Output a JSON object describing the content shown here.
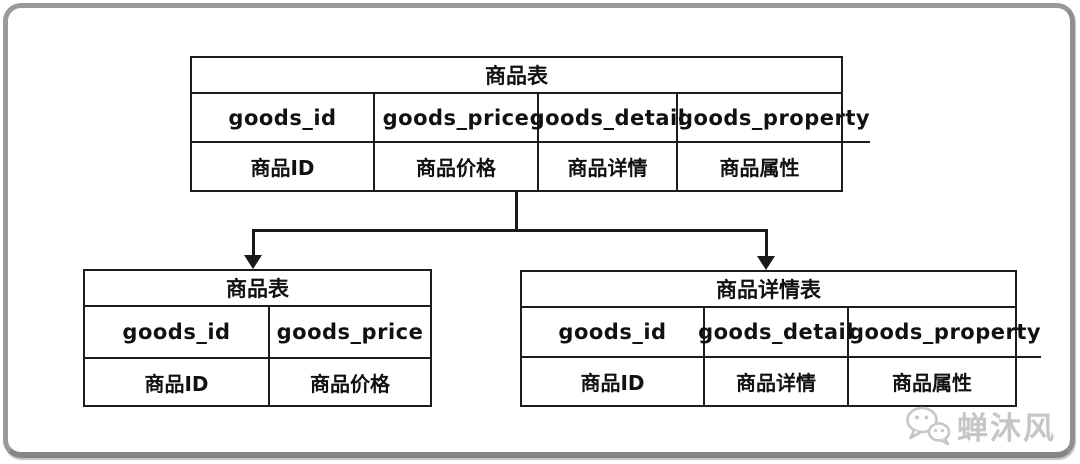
{
  "diagram": {
    "top_table": {
      "title": "商品表",
      "fields": [
        {
          "en": "goods_id",
          "cn": "商品ID"
        },
        {
          "en": "goods_price",
          "cn": "商品价格"
        },
        {
          "en": "goods_detail",
          "cn": "商品详情"
        },
        {
          "en": "goods_property",
          "cn": "商品属性"
        }
      ]
    },
    "bottom_left_table": {
      "title": "商品表",
      "fields": [
        {
          "en": "goods_id",
          "cn": "商品ID"
        },
        {
          "en": "goods_price",
          "cn": "商品价格"
        }
      ]
    },
    "bottom_right_table": {
      "title": "商品详情表",
      "fields": [
        {
          "en": "goods_id",
          "cn": "商品ID"
        },
        {
          "en": "goods_detail",
          "cn": "商品详情"
        },
        {
          "en": "goods_property",
          "cn": "商品属性"
        }
      ]
    },
    "connector": {
      "from": "top_table",
      "to": [
        "bottom_left_table",
        "bottom_right_table"
      ],
      "style": "down-fork-arrows"
    },
    "colors": {
      "line": "#1a1a1a",
      "table_border": "#1c1c1c",
      "frame": "#9a9a9a",
      "background": "#ffffff",
      "watermark": "#c6c6c6"
    }
  },
  "watermark": {
    "text": "蝉沐风",
    "icon": "wechat-icon"
  }
}
